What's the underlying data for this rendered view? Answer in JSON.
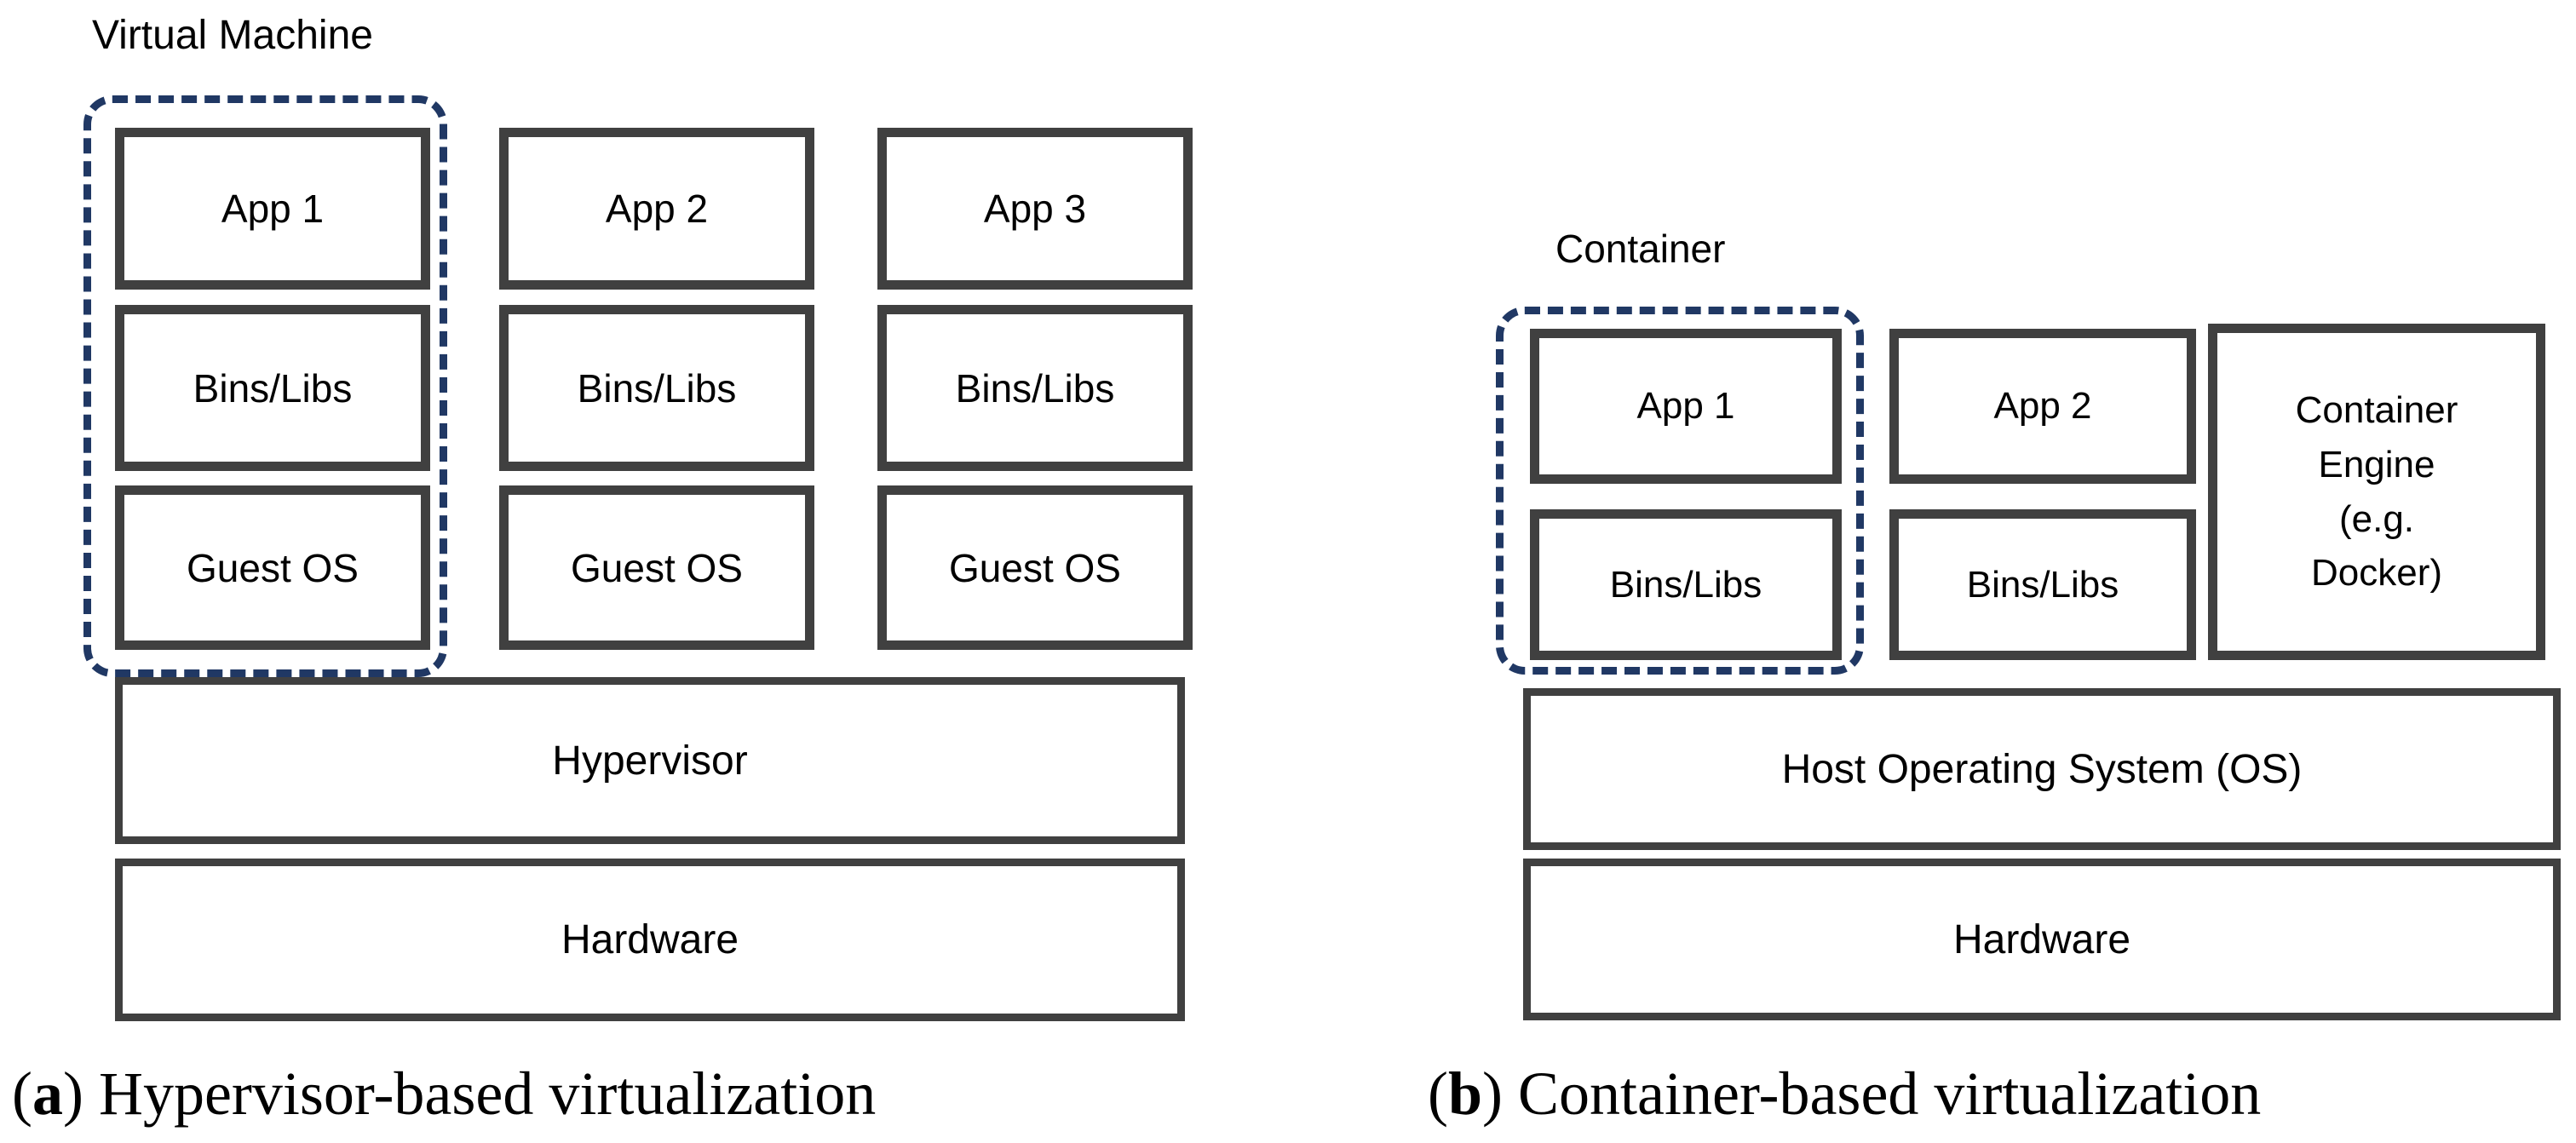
{
  "figure": {
    "background": "#ffffff",
    "colors": {
      "box_border": "#404040",
      "dashed_outline": "#203864",
      "text": "#000000"
    }
  },
  "left": {
    "group_label": "Virtual Machine",
    "columns": [
      {
        "app": "App 1",
        "bins": "Bins/Libs",
        "os": "Guest OS"
      },
      {
        "app": "App 2",
        "bins": "Bins/Libs",
        "os": "Guest OS"
      },
      {
        "app": "App 3",
        "bins": "Bins/Libs",
        "os": "Guest OS"
      }
    ],
    "hypervisor": "Hypervisor",
    "hardware": "Hardware",
    "caption": {
      "open": "(",
      "marker": "a",
      "close": ") ",
      "label": "Hypervisor-based virtualization"
    }
  },
  "right": {
    "group_label": "Container",
    "containers": [
      {
        "app": "App 1",
        "bins": "Bins/Libs"
      },
      {
        "app": "App 2",
        "bins": "Bins/Libs"
      }
    ],
    "engine_lines": [
      "Container",
      "Engine",
      "(e.g.",
      "Docker)"
    ],
    "host_os": "Host Operating System (OS)",
    "hardware": "Hardware",
    "caption": {
      "open": "(",
      "marker": "b",
      "close": ") ",
      "label": "Container-based virtualization"
    }
  }
}
